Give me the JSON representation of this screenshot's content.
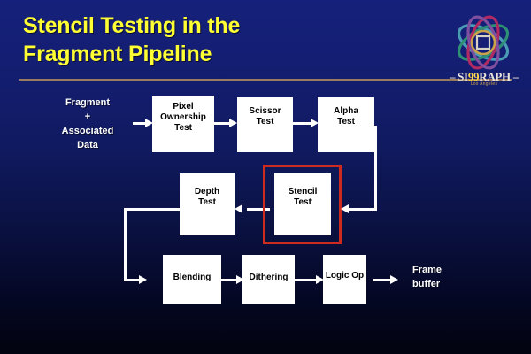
{
  "slide": {
    "title_lines": [
      "Stencil Testing in the",
      "Fragment Pipeline"
    ],
    "title_color": "#ffff33",
    "background_color": "#15207a",
    "divider_color": "#9c7a5e",
    "highlight_color": "#cc2b1d",
    "node_fill": "#ffffff",
    "node_text_color": "#000000",
    "connector_color": "#ffffff"
  },
  "logo": {
    "wordmark_prefix": "SI",
    "wordmark_nines": "99",
    "wordmark_suffix": "RAPH",
    "wordmark_full": "SI99RAPH",
    "sublabel": "Los Angeles",
    "icon_name": "siggraph-logo"
  },
  "diagram": {
    "input_label_lines": [
      "Fragment",
      "+",
      "Associated",
      "Data"
    ],
    "output_label_lines": [
      "Frame",
      "buffer"
    ],
    "nodes": [
      {
        "id": "pixel-ownership-test",
        "lines": [
          "Pixel",
          "Ownership",
          "Test"
        ]
      },
      {
        "id": "scissor-test",
        "lines": [
          "Scissor",
          "Test"
        ]
      },
      {
        "id": "alpha-test",
        "lines": [
          "Alpha",
          "Test"
        ]
      },
      {
        "id": "stencil-test",
        "lines": [
          "Stencil",
          "Test"
        ],
        "highlighted": true
      },
      {
        "id": "depth-test",
        "lines": [
          "Depth",
          "Test"
        ]
      },
      {
        "id": "blending",
        "lines": [
          "Blending"
        ]
      },
      {
        "id": "dithering",
        "lines": [
          "Dithering"
        ]
      },
      {
        "id": "logic-op",
        "lines": [
          "Logic Op"
        ]
      }
    ]
  }
}
